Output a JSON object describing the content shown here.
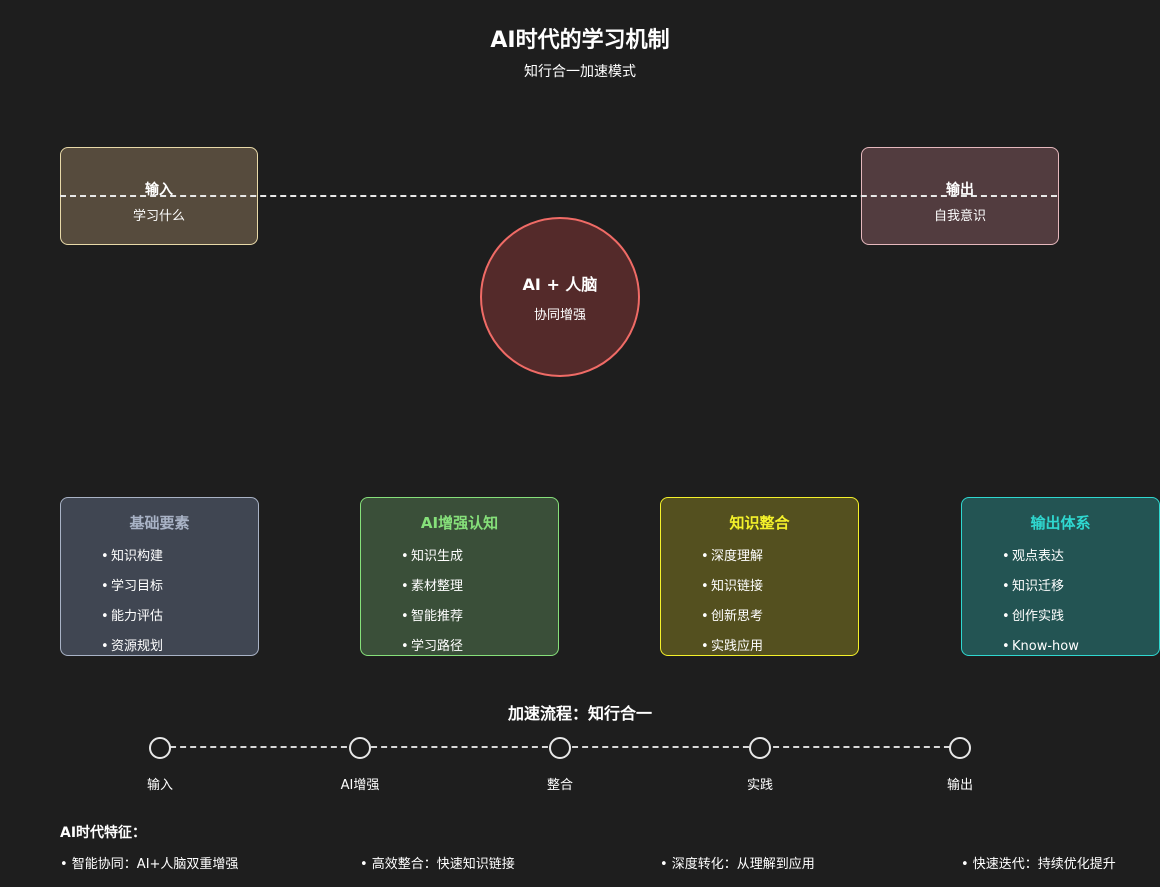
{
  "header": {
    "title": "AI时代的学习机制",
    "subtitle": "知行合一加速模式"
  },
  "input_box": {
    "title": "输入",
    "subtitle": "学习什么"
  },
  "output_box": {
    "title": "输出",
    "subtitle": "自我意识"
  },
  "core": {
    "title": "AI + 人脑",
    "subtitle": "协同增强"
  },
  "cards": [
    {
      "title": "基础要素",
      "items": [
        "知识构建",
        "学习目标",
        "能力评估",
        "资源规划"
      ],
      "accent": "#a9b3c6"
    },
    {
      "title": "AI增强认知",
      "items": [
        "知识生成",
        "素材整理",
        "智能推荐",
        "学习路径"
      ],
      "accent": "#86e07a"
    },
    {
      "title": "知识整合",
      "items": [
        "深度理解",
        "知识链接",
        "创新思考",
        "实践应用"
      ],
      "accent": "#f4f12a"
    },
    {
      "title": "输出体系",
      "items": [
        "观点表达",
        "知识迁移",
        "创作实践",
        "Know-how"
      ],
      "accent": "#2fd8d0"
    }
  ],
  "bullet": "•",
  "flow": {
    "title": "加速流程：知行合一",
    "steps": [
      "输入",
      "AI增强",
      "整合",
      "实践",
      "输出"
    ]
  },
  "features": {
    "title": "AI时代特征：",
    "items": [
      "• 智能协同：AI+人脑双重增强",
      "• 高效整合：快速知识链接",
      "• 深度转化：从理解到应用",
      "• 快速迭代：持续优化提升"
    ]
  },
  "colors": {
    "background": "#1e1e1e",
    "input_fill": "#564b3d",
    "input_border": "#e8d9a8",
    "output_fill": "#523c3f",
    "output_border": "#e6b8bd",
    "core_fill": "#542a2a",
    "core_border": "#f06b66"
  }
}
